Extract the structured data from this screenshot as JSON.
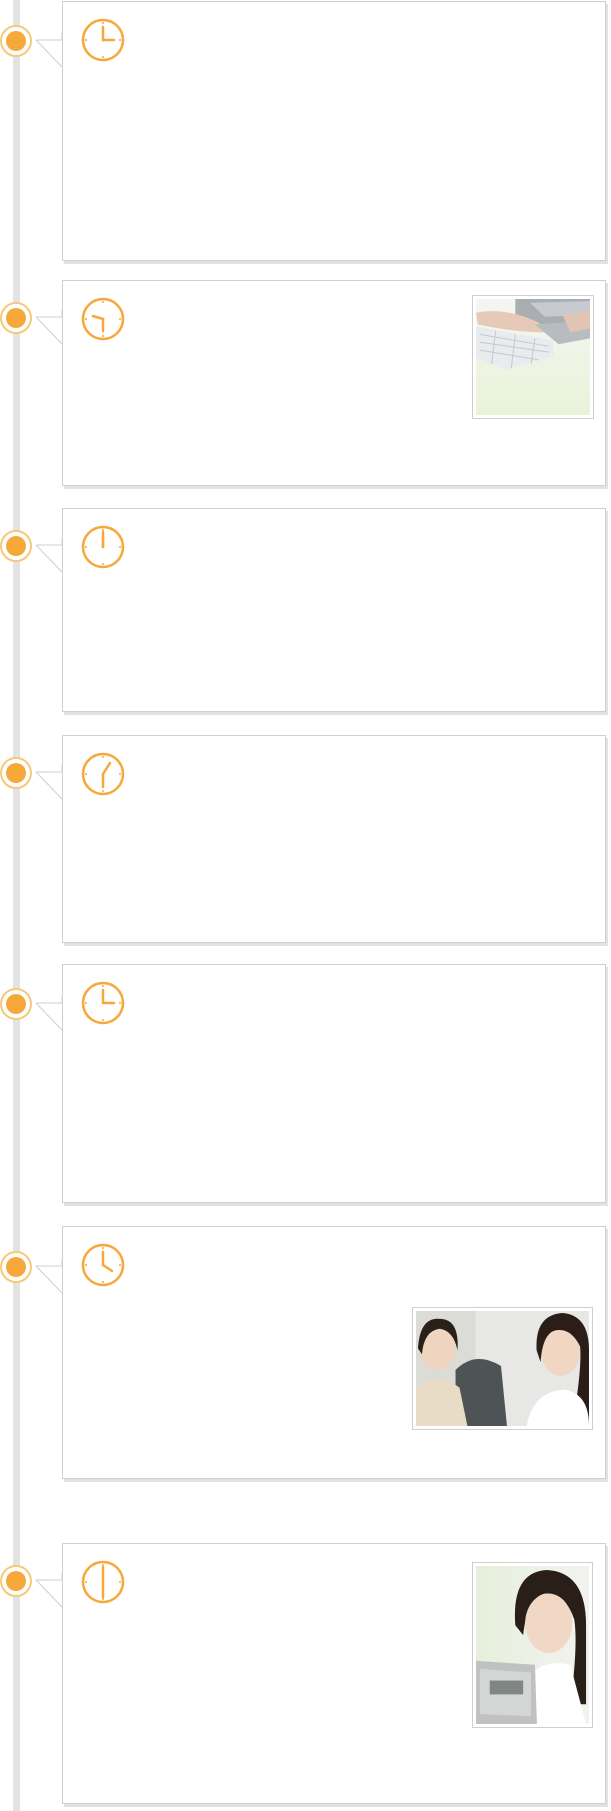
{
  "timeline": {
    "accent_color": "#f7a83b",
    "line_color": "#e3e3e3",
    "entries": [
      {
        "clock_icon": "clock-3-oclock-icon",
        "clock_hour": 3,
        "clock_minute": 0,
        "photo": null
      },
      {
        "clock_icon": "clock-9-30-icon",
        "clock_hour": 9,
        "clock_minute": 30,
        "photo": "typing-on-keyboard"
      },
      {
        "clock_icon": "clock-12-oclock-icon",
        "clock_hour": 12,
        "clock_minute": 0,
        "photo": null
      },
      {
        "clock_icon": "clock-1-30-icon",
        "clock_hour": 1,
        "clock_minute": 30,
        "photo": null
      },
      {
        "clock_icon": "clock-3-oclock-icon",
        "clock_hour": 3,
        "clock_minute": 0,
        "photo": null
      },
      {
        "clock_icon": "clock-4-oclock-icon",
        "clock_hour": 4,
        "clock_minute": 0,
        "photo": "two-women-in-office"
      },
      {
        "clock_icon": "clock-6-oclock-icon",
        "clock_hour": 6,
        "clock_minute": 0,
        "photo": "woman-at-computer"
      }
    ]
  }
}
